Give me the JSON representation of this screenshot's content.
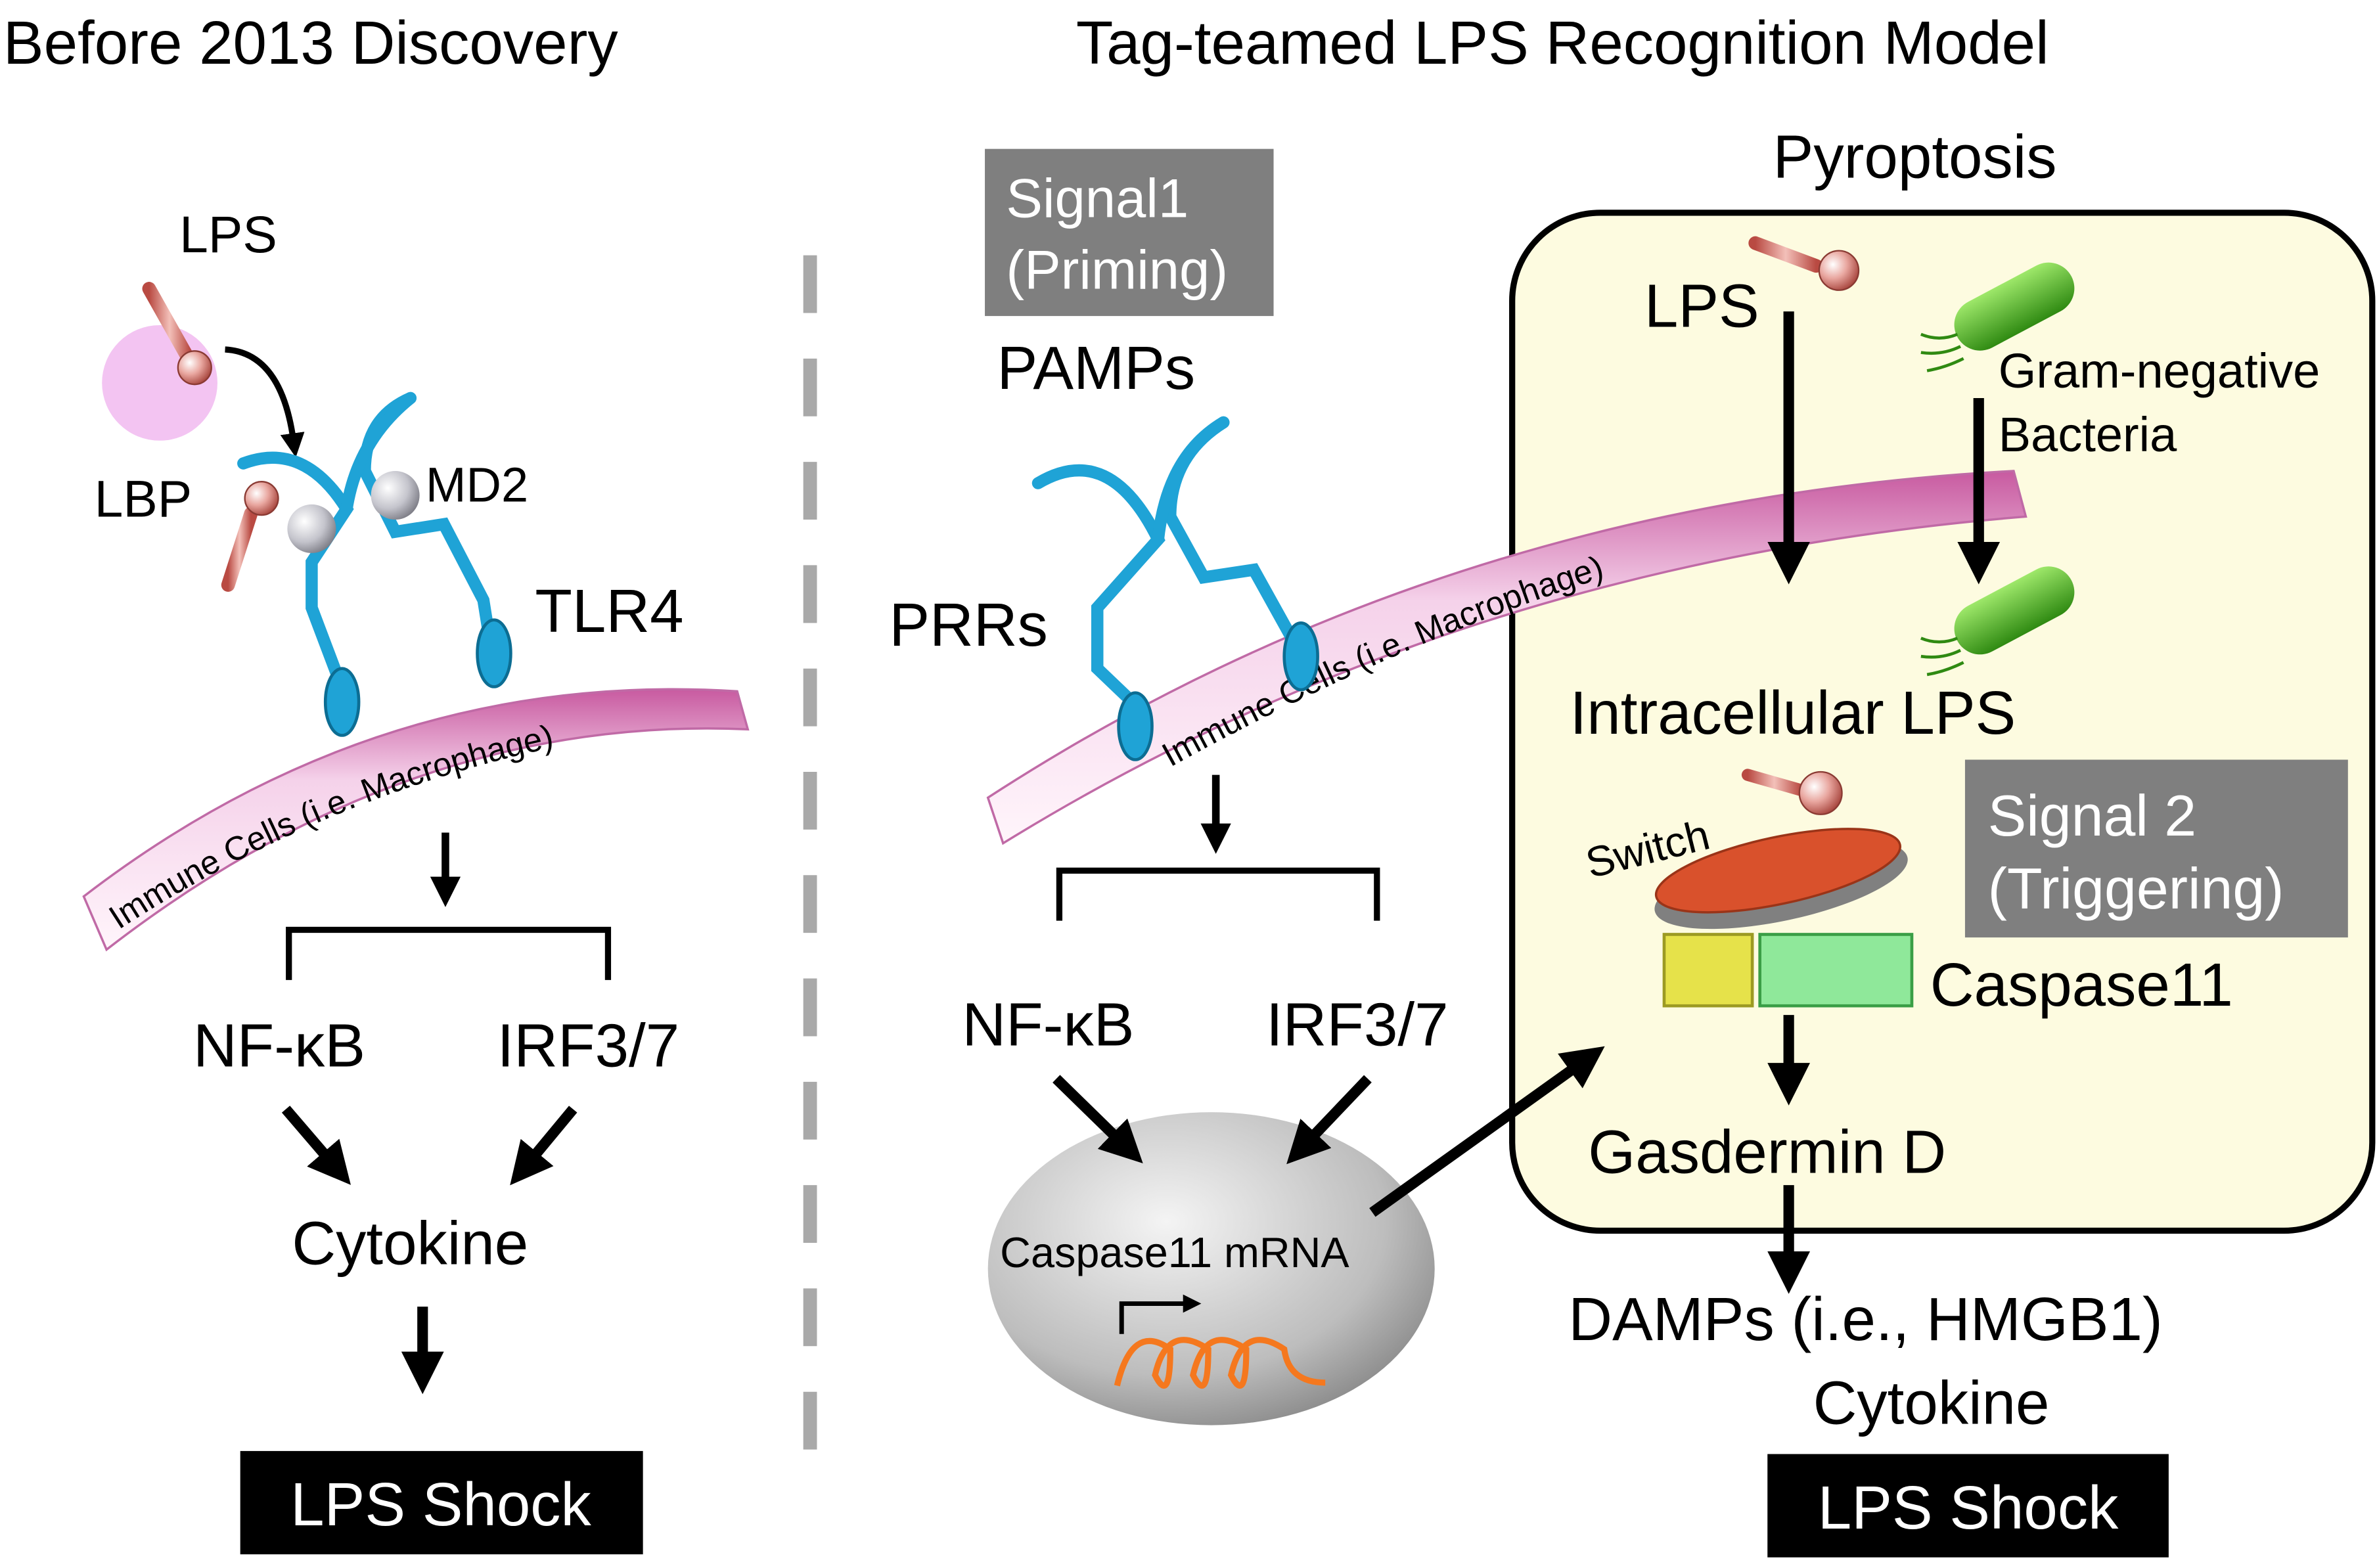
{
  "left_panel": {
    "title": "Before 2013 Discovery",
    "lps": "LPS",
    "lbp": "LBP",
    "md2": "MD2",
    "tlr4": "TLR4",
    "membrane": "Immune Cells (i.e. Macrophage)",
    "nfkb": "NF-κB",
    "irf": "IRF3/7",
    "cytokine": "Cytokine",
    "shock": "LPS Shock"
  },
  "right_panel": {
    "title": "Tag-teamed LPS Recognition Model",
    "signal1_line1": "Signal1",
    "signal1_line2": "(Priming)",
    "pamps": "PAMPs",
    "prrs": "PRRs",
    "membrane": "Immune Cells (i.e. Macrophage)",
    "nfkb": "NF-κB",
    "irf": "IRF3/7",
    "mrna": "Caspase11 mRNA",
    "pyroptosis": "Pyroptosis",
    "lps": "LPS",
    "bacteria_line1": "Gram-negative",
    "bacteria_line2": "Bacteria",
    "intracellular": "Intracellular LPS",
    "switch": "Switch",
    "signal2_line1": "Signal 2",
    "signal2_line2": "(Triggering)",
    "caspase": "Caspase11",
    "gasdermin": "Gasdermin D",
    "damps": "DAMPs (i.e., HMGB1)",
    "cytokine": "Cytokine",
    "shock": "LPS Shock"
  },
  "colors": {
    "receptor": "#1fa3d6",
    "membrane": "#f2c9e6",
    "pyroptosis_box": "#fdfbe0",
    "signal_box": "#7f7f7f",
    "shock_box": "#000000",
    "bacteria": "#5cbf2a",
    "switch": "#d9512c",
    "caspase_small": "#e6e24a",
    "caspase_large": "#8fe89a",
    "mrna_coil": "#f5781e"
  }
}
